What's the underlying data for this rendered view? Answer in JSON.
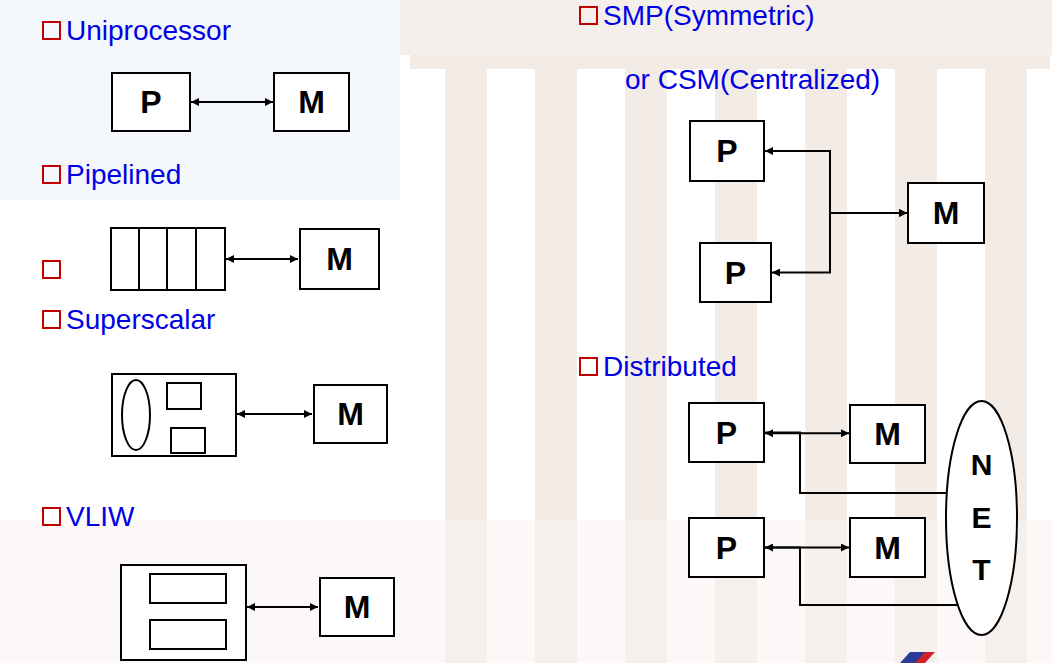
{
  "diagram": {
    "nodes": [
      {
        "text": [
          "P"
        ]
      },
      {
        "text": [
          "M"
        ]
      },
      {
        "text": [
          "M"
        ]
      },
      {
        "text": [
          "M"
        ]
      },
      {
        "text": [
          "M"
        ]
      },
      {
        "text": [
          "P"
        ]
      },
      {
        "text": [
          "M"
        ]
      },
      {
        "text": [
          "P"
        ]
      },
      {
        "text": [
          "P"
        ]
      },
      {
        "text": [
          "M"
        ]
      },
      {
        "text": [
          "NET"
        ]
      },
      {
        "text": [
          "P"
        ]
      },
      {
        "text": [
          "M"
        ]
      }
    ],
    "edges": [
      {
        "from": 0,
        "to": 1,
        "arrow": "both"
      },
      {
        "from": 6,
        "to": 5,
        "arrow": "both"
      },
      {
        "from": 6,
        "to": 7,
        "arrow": "both"
      },
      {
        "from": 8,
        "to": 9,
        "arrow": "both"
      },
      {
        "from": 8,
        "to": 10,
        "arrow": "none"
      },
      {
        "from": 11,
        "to": 12,
        "arrow": "both"
      },
      {
        "from": 11,
        "to": 10,
        "arrow": "none"
      }
    ],
    "labels": [
      "Uniprocessor",
      "Pipelined",
      "Superscalar",
      "VLIW",
      "SMP(Symmetric)",
      "or CSM(Centralized)",
      "Distributed"
    ]
  }
}
